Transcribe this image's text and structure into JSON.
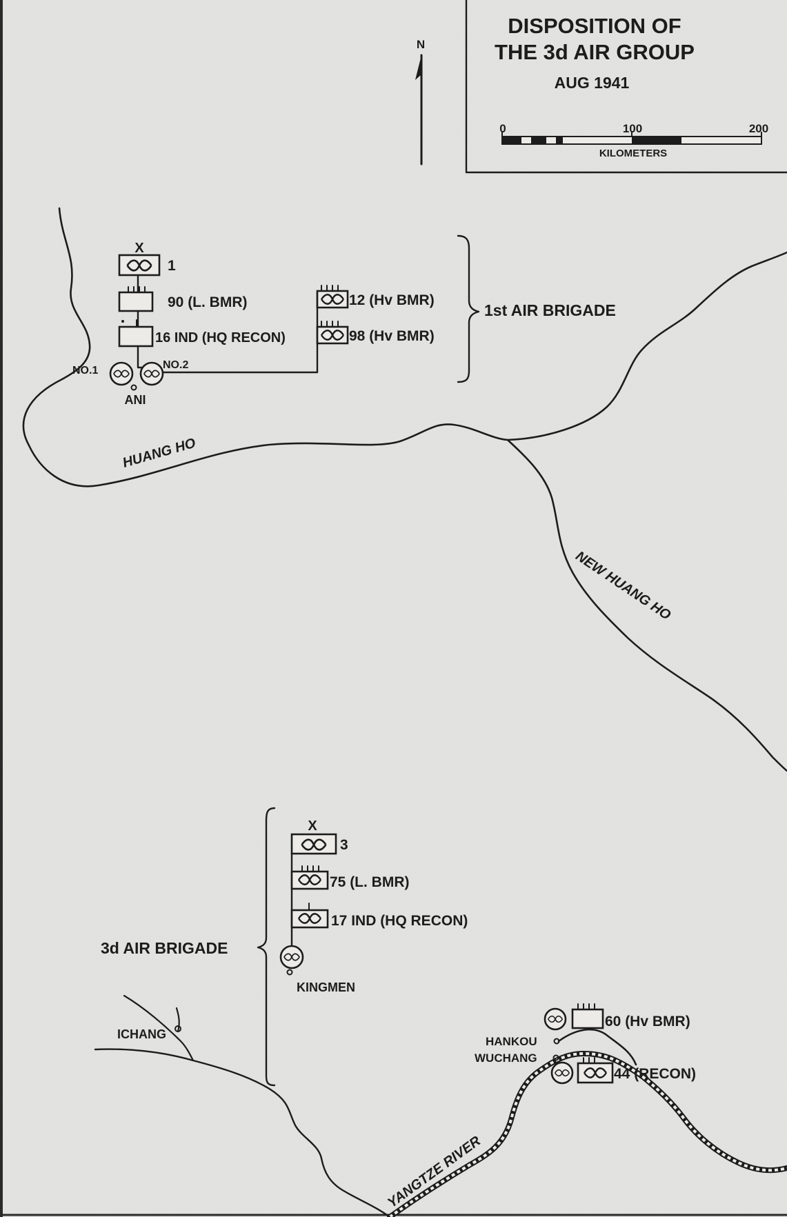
{
  "title": {
    "line1": "DISPOSITION OF",
    "line2": "THE 3d AIR GROUP",
    "date": "AUG 1941"
  },
  "scale": {
    "tick0": "0",
    "tick100": "100",
    "tick200": "200",
    "unit": "KILOMETERS"
  },
  "north": {
    "label": "N"
  },
  "rivers": {
    "huang_ho": "HUANG HO",
    "new_huang_ho": "NEW HUANG HO",
    "yangtze": "YANGTZE RIVER"
  },
  "places": {
    "ani": "ANI",
    "kingmen": "KINGMEN",
    "ichang": "ICHANG",
    "hankou": "HANKOU",
    "wuchang": "WUCHANG"
  },
  "brigade1": {
    "name": "1st AIR BRIGADE",
    "hq": "1",
    "unit90": "90 (L. BMR)",
    "unit16": "16 IND (HQ RECON)",
    "unit12": "12 (Hv BMR)",
    "unit98": "98 (Hv BMR)",
    "field_no1": "NO.1",
    "field_no2": "NO.2",
    "x_mark": "X"
  },
  "brigade3": {
    "name": "3d AIR BRIGADE",
    "hq": "3",
    "unit75": "75 (L. BMR)",
    "unit17": "17 IND (HQ RECON)",
    "x_mark": "X"
  },
  "independent": {
    "unit60": "60 (Hv BMR)",
    "unit44": "44 (RECON)"
  }
}
